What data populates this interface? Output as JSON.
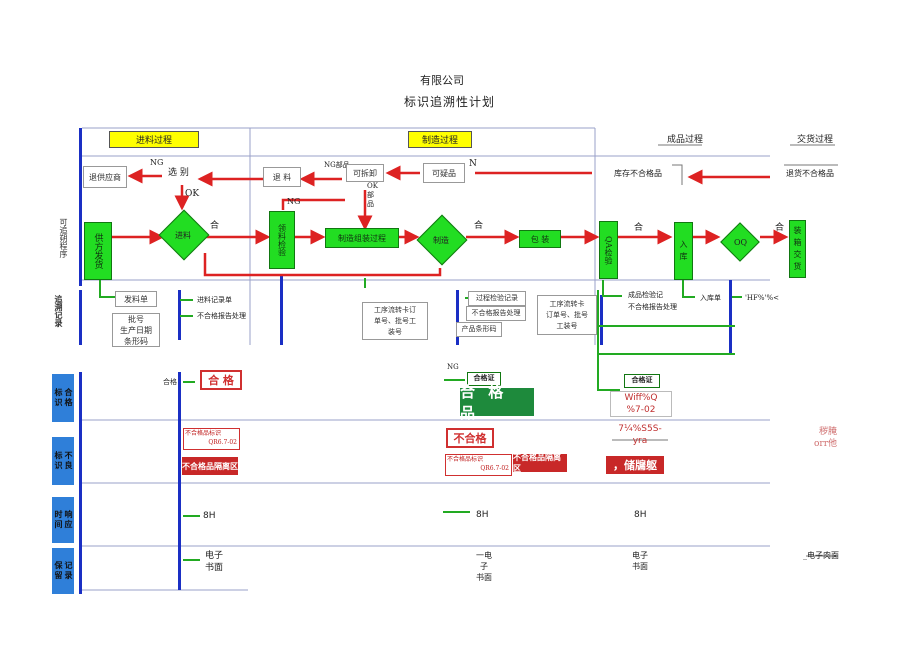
{
  "header": {
    "company": "有限公司",
    "title": "标识追溯性计划"
  },
  "phases": {
    "incoming": "进料过程",
    "manufacturing": "制造过程",
    "finished": "成品过程",
    "delivery": "交货过程"
  },
  "flow": {
    "return_supplier": "退供应商",
    "sort": "选 别",
    "ng1": "NG",
    "ok1": "OK",
    "supplier_ship": "供方发货",
    "incoming_inspect": "进料",
    "pass1": "合",
    "return_material": "退 料",
    "ng2": "NG",
    "ng_parts": "NG部品",
    "detachable": "可拆卸",
    "ok_parts": "OK\n部\n品",
    "suspect": "可疑品",
    "n_mark": "N",
    "stock_ng": "库存不合格品",
    "return_ng": "退货不合格品",
    "receiving": "领料检验",
    "assembly": "制造组装过程",
    "make_inspect": "制造",
    "pass2": "合",
    "packing": "包 装",
    "qa_inspect": "QA检验",
    "pass3": "合",
    "warehousing": "入\n库",
    "oqc": "OQ",
    "pass4": "合",
    "load_ship": "装\n箱\n交\n货"
  },
  "left_labels": {
    "sequence": "可追朔程序",
    "trace_record": "追溯记录"
  },
  "records": {
    "issue_slip": "发料单",
    "batch": "批号\n生产日期\n条形码",
    "incoming_record": "进料记录单",
    "ng_report": "不合格报告处理",
    "work_card": "工序流转卡订\n单号、批号工\n装号",
    "process_record": "过程检验记录",
    "ng_report2": "不合格报告处理",
    "product_barcode": "产品条形码",
    "transfer_card": "工序流转卡\n订单号、批号\n工装号",
    "finished_record": "成品检验记\n不合格报告处理",
    "stock_slip": "入库单",
    "shipping_slip": "'HF%'%<"
  },
  "rows": {
    "cert_label": "合格\n标识",
    "ng_label": "不良\n标识",
    "response": "响应\n时间",
    "record_keep": "记录\n保留"
  },
  "cells": {
    "cert_small": "合格",
    "cert_stamp": "合 格",
    "ng_tag_small": "不合格品标识",
    "ng_tag_code": "QR6.7-02",
    "ng_isolate": "不合格品隔离区",
    "ng_top": "NG",
    "cert_cert": "合格证",
    "cert_big": "合 格 品",
    "ng_stamp2": "不合格",
    "ng_tag_small2": "不合格品标识",
    "ng_tag_code2": "QR6.7-02",
    "ng_isolate2": "不合格品隔离区",
    "cert_cert2": "合格证",
    "garbled1": "Wiff%Q\n%7-02",
    "garbled2": "7¼%S5S-\nyra",
    "red_area": "，储牖躯",
    "right_text": "秽腌\norr他",
    "time1": "8H",
    "time2": "8H",
    "time3": "8H",
    "rec1": "电子\n书面",
    "rec2": "一电\n子\n书面",
    "rec3": "电子\n书面",
    "rec4": "_电子肉面"
  },
  "colors": {
    "arrow_red": "#dd2222",
    "box_green": "#22dd22",
    "header_yellow": "#ffff00",
    "side_blue": "#2f7fd9",
    "bar_blue": "#1a2fc4"
  }
}
